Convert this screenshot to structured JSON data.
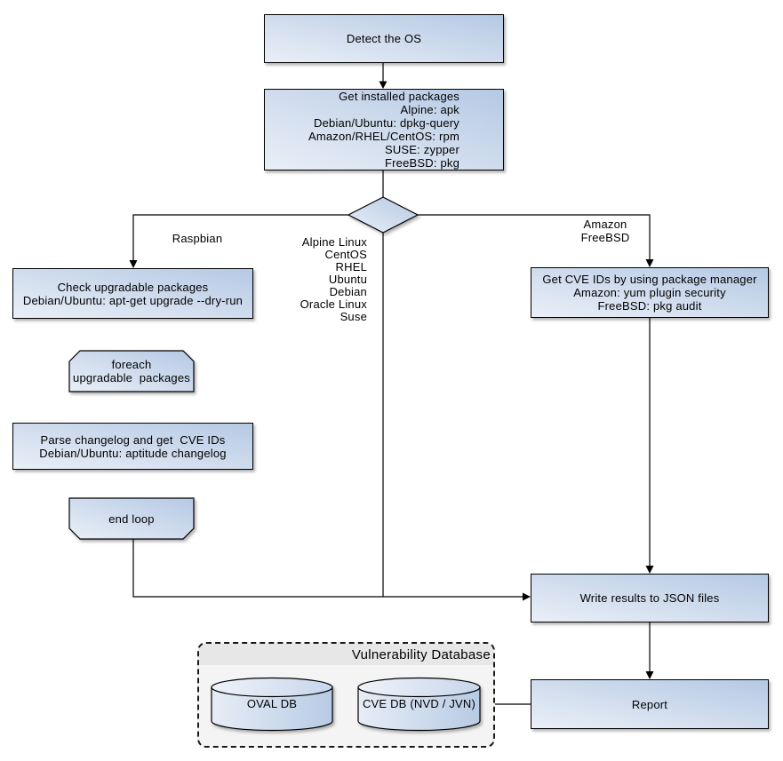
{
  "colors": {
    "node_fill_light": "#eaeff7",
    "node_fill_dark": "#b5c9e4",
    "node_border": "#000000",
    "connector_line": "#000000",
    "group_fill": "#f4f4f4",
    "group_band_fill": "#e7e7e7",
    "group_border": "#1a1a1a"
  },
  "nodes": {
    "detect_os": {
      "label": "Detect the OS"
    },
    "get_installed_packages": {
      "label": "Get installed packages\nAlpine: apk\nDebian/Ubuntu: dpkg-query\nAmazon/RHEL/CentOS: rpm\nSUSE: zypper\nFreeBSD: pkg"
    },
    "check_upgradable_packages": {
      "label": "Check upgradable packages\nDebian/Ubuntu: apt-get upgrade --dry-run"
    },
    "foreach_loop": {
      "label": "foreach\nupgradable  packages"
    },
    "parse_changelog": {
      "label": "Parse changelog and get  CVE IDs\nDebian/Ubuntu: aptitude changelog"
    },
    "end_loop": {
      "label": "end loop"
    },
    "get_cve_ids": {
      "label": "Get CVE IDs by using package manager\nAmazon: yum plugin security\nFreeBSD: pkg audit"
    },
    "write_results": {
      "label": "Write results to JSON files"
    },
    "report": {
      "label": "Report"
    }
  },
  "edge_labels": {
    "raspbian": "Raspbian",
    "amazon_freebsd": "Amazon\nFreeBSD",
    "os_list": "Alpine Linux\nCentOS\nRHEL\nUbuntu\nDebian\nOracle Linux\nSuse"
  },
  "database_group": {
    "title": "Vulnerability Database",
    "databases": {
      "oval_db": {
        "label": "OVAL DB"
      },
      "cve_db": {
        "label": "CVE DB (NVD / JVN)"
      }
    }
  }
}
